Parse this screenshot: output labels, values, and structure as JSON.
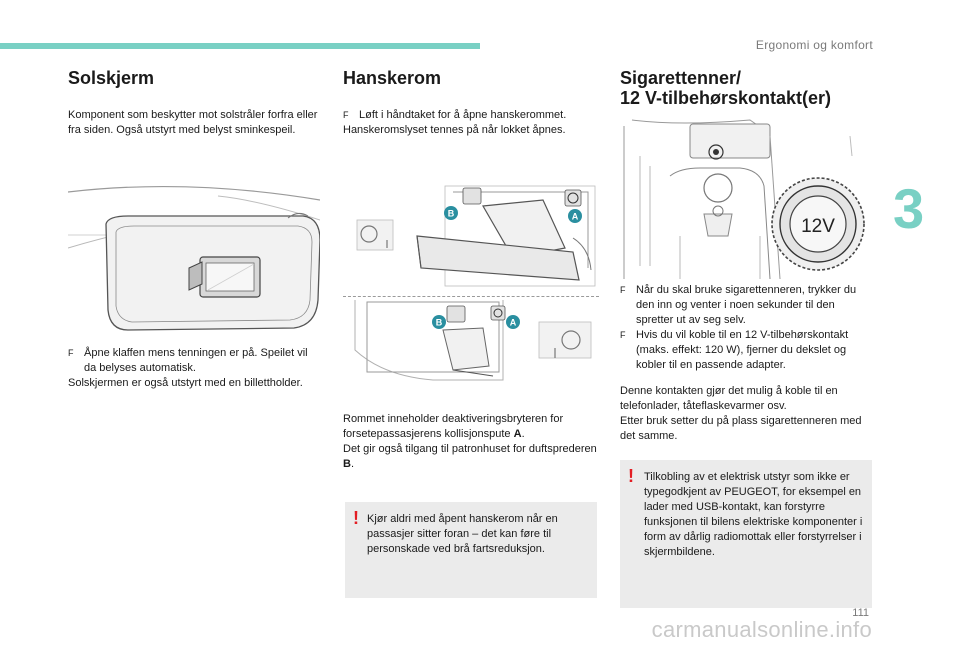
{
  "header": {
    "section": "Ergonomi og komfort",
    "chapter": "3",
    "page": "111"
  },
  "watermark": "carmanualsonline.info",
  "solskjerm": {
    "title": "Solskjerm",
    "intro": "Komponent som beskytter mot solstråler forfra eller fra siden. Også utstyrt med belyst sminkespeil.",
    "bullet": "Åpne klaffen mens tenningen er på. Speilet vil da belyses automatisk.",
    "note": "Solskjermen er også utstyrt med en billettholder."
  },
  "hanskerom": {
    "title": "Hanskerom",
    "bullet": "Løft i håndtaket for å åpne hanskerommet.",
    "bullet_line2": "Hanskeromslyset tennes på når lokket åpnes.",
    "labels": {
      "a": "A",
      "b": "B"
    },
    "body1": "Rommet inneholder deaktiveringsbryteren for forsetepassasjerens kollisjonspute",
    "body1_ref": "A",
    "body2": "Det gir også tilgang til patronhuset for duftsprederen",
    "body2_ref": "B",
    "period": ".",
    "warning": "Kjør aldri med åpent hanskerom når en passasjer sitter foran – det kan føre til personskade ved brå fartsreduksjon."
  },
  "sigarettenner": {
    "title_line1": "Sigarettenner/",
    "title_line2": "12 V-tilbehørskontakt(er)",
    "socket_label": "12V",
    "bullet1": "Når du skal bruke sigarettenneren, trykker du den inn og venter i noen sekunder til den spretter ut av seg selv.",
    "bullet2": "Hvis du vil koble til en 12 V-tilbehørskontakt (maks. effekt: 120 W), fjerner du dekslet og kobler til en passende adapter.",
    "body1": "Denne kontakten gjør det mulig å koble til en telefonlader, tåteflaskevarmer osv.",
    "body2": "Etter bruk setter du på plass sigarettenneren med det samme.",
    "warning": "Tilkobling av et elektrisk utstyr som ikke er typegodkjent av PEUGEOT, for eksempel en lader med USB-kontakt, kan forstyrre funksjonen til bilens elektriske komponenter i form av dårlig radiomottak eller forstyrrelser i skjermbildene."
  },
  "bullet_symbol": "F",
  "warn_symbol": "!",
  "colors": {
    "accent": "#79d0c4",
    "warning_mark": "#e31e24",
    "badge": "#2a8fa0",
    "warning_bg": "#ebebeb"
  }
}
